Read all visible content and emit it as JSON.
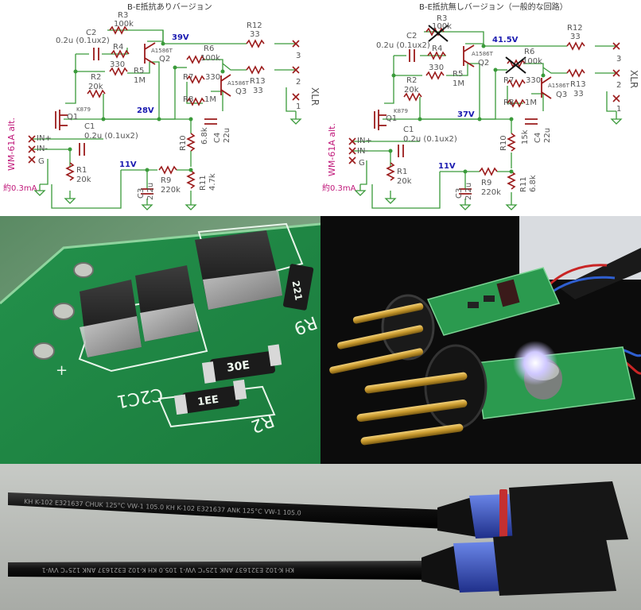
{
  "schematic_left": {
    "title": "B-E抵抗ありバージョン",
    "components": {
      "R3": "R3",
      "R3_val": "100k",
      "R4": "R4",
      "R4_val": "330",
      "R5": "R5",
      "R5_val": "1M",
      "R2": "R2",
      "R2_val": "20k",
      "R6": "R6",
      "R6_val": "100k",
      "R7": "R7",
      "R8": "R8",
      "R7_val": "330",
      "R8_val": "1M",
      "R12": "R12",
      "R12_val": "33",
      "R13": "R13",
      "R13_val": "33",
      "R1": "R1",
      "R1_val": "20k",
      "R9": "R9",
      "R9_val": "220k",
      "R10": "R10",
      "R10_val": "6.8k",
      "R11": "R11",
      "R11_val": "4.7k",
      "C1": "C1",
      "C1_val": "0.2u (0.1ux2)",
      "C2": "C2",
      "C2_val": "0.2u (0.1ux2)",
      "C3": "C3",
      "C3_val": "2.2u",
      "C4": "C4",
      "C4_val": "22u",
      "Q1": "Q1",
      "Q1_part": "K879",
      "Q2": "Q2",
      "Q2_part": "A1586T",
      "Q3": "Q3",
      "Q3_part": "A1586T"
    },
    "voltages": {
      "v1": "39V",
      "v2": "28V",
      "v3": "11V"
    },
    "pins": {
      "p3": "3",
      "p2": "2",
      "p1": "1",
      "xlr": "XLR"
    },
    "inputs": {
      "in_plus": "IN+",
      "in_minus": "IN-",
      "g": "G",
      "mic": "WM-61A alt.",
      "current": "約0.3mA"
    }
  },
  "schematic_right": {
    "title": "B-E抵抗無しバージョン（一般的な回路）",
    "components": {
      "R3": "R3",
      "R3_val": "100k",
      "R4": "R4",
      "R4_val": "330",
      "R5": "R5",
      "R5_val": "1M",
      "R2": "R2",
      "R2_val": "20k",
      "R6": "R6",
      "R6_val": "100k",
      "R7": "R7",
      "R8": "R8",
      "R7_val": "330",
      "R8_val": "1M",
      "R12": "R12",
      "R12_val": "33",
      "R13": "R13",
      "R13_val": "33",
      "R1": "R1",
      "R1_val": "20k",
      "R9": "R9",
      "R9_val": "220k",
      "R10": "R10",
      "R10_val": "15k",
      "R11": "R11",
      "R11_val": "6.8k",
      "C1": "C1",
      "C1_val": "0.2u (0.1ux2)",
      "C2": "C2",
      "C2_val": "0.2u (0.1ux2)",
      "C3": "C3",
      "C3_val": "2.2u",
      "C4": "C4",
      "C4_val": "22u",
      "Q1": "Q1",
      "Q1_part": "K879",
      "Q2": "Q2",
      "Q2_part": "A1586T",
      "Q3": "Q3",
      "Q3_part": "A1586T"
    },
    "voltages": {
      "v1": "41.5V",
      "v2": "37V",
      "v3": "11V"
    },
    "pins": {
      "p3": "3",
      "p2": "2",
      "p1": "1",
      "xlr": "XLR"
    },
    "inputs": {
      "in_plus": "IN+",
      "in_minus": "IN-",
      "g": "G",
      "mic": "WM-61A alt.",
      "current": "約0.3mA"
    }
  },
  "photo_pcb": {
    "silk_c2c1": "C2C1",
    "silk_r9": "R9",
    "silk_r2": "R2",
    "silk_plus": "+",
    "resistor_a": "30E",
    "resistor_b": "1EE",
    "resistor_c": "221"
  },
  "photo_cables": {
    "cable_print_1": "KH K-102 E321637 CHUK 125°C VW-1 105.0   KH K-102 E321637 ANK 125°C VW-1 105.0",
    "cable_print_2": "KH K-102 E321637 ANK 125°C VW-1 105.0   KH K-102 E321637 ANK 125°C VW-1"
  },
  "colors": {
    "wire": "#3a9a3a",
    "part": "#9b1b1b",
    "label": "#555555",
    "voltage": "#1a1ab0",
    "mic_label": "#c0187a",
    "pcb_green": "#2f8a4c"
  }
}
